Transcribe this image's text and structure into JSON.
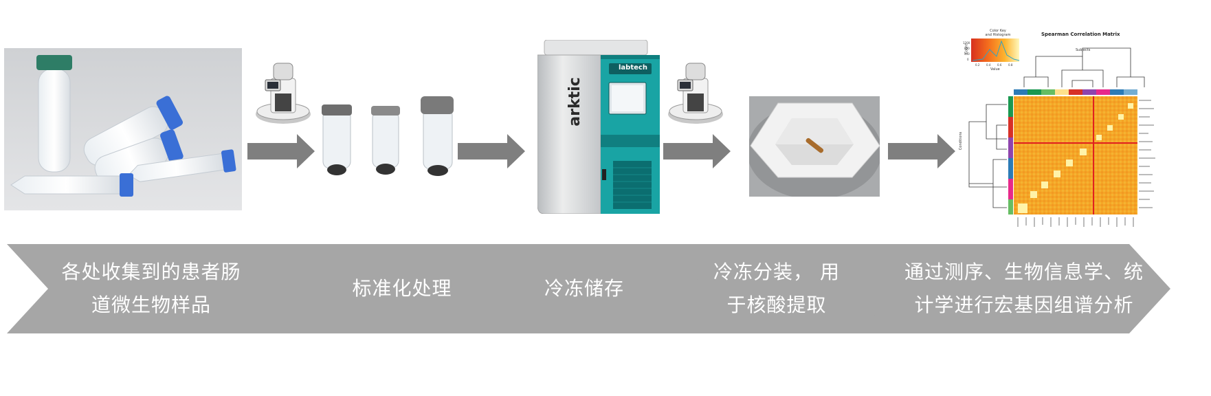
{
  "steps": [
    {
      "label": "各处收集到的患者肠\n道微生物样品"
    },
    {
      "label": "标准化处理"
    },
    {
      "label": "冷冻储存"
    },
    {
      "label": "冷冻分装， 用\n于核酸提取"
    },
    {
      "label": "通过测序、生物信息学、统\n计学进行宏基因组谱分析"
    }
  ],
  "images": {
    "freezer": {
      "brand": "arktic",
      "logo": "labtech"
    },
    "heatmap": {
      "title": "Spearman Correlation Matrix",
      "key_title": "Color Key\nand Histogram",
      "key_axis_label": "Value",
      "key_ylabel": "Count",
      "key_yticks": [
        "0",
        "400",
        "800",
        "1200"
      ],
      "key_xticks": [
        "0.2",
        "0.4",
        "0.6",
        "0.8"
      ],
      "col_label": "Subjects",
      "row_label": "Conditions"
    }
  },
  "colors": {
    "chevron": "#a6a6a6",
    "arrow": "#7f7f7f",
    "label_text": "#ffffff",
    "tube_cap_green": "#2e7d66",
    "tube_cap_blue": "#3a6fd6",
    "freezer_teal": "#19a4a4"
  }
}
